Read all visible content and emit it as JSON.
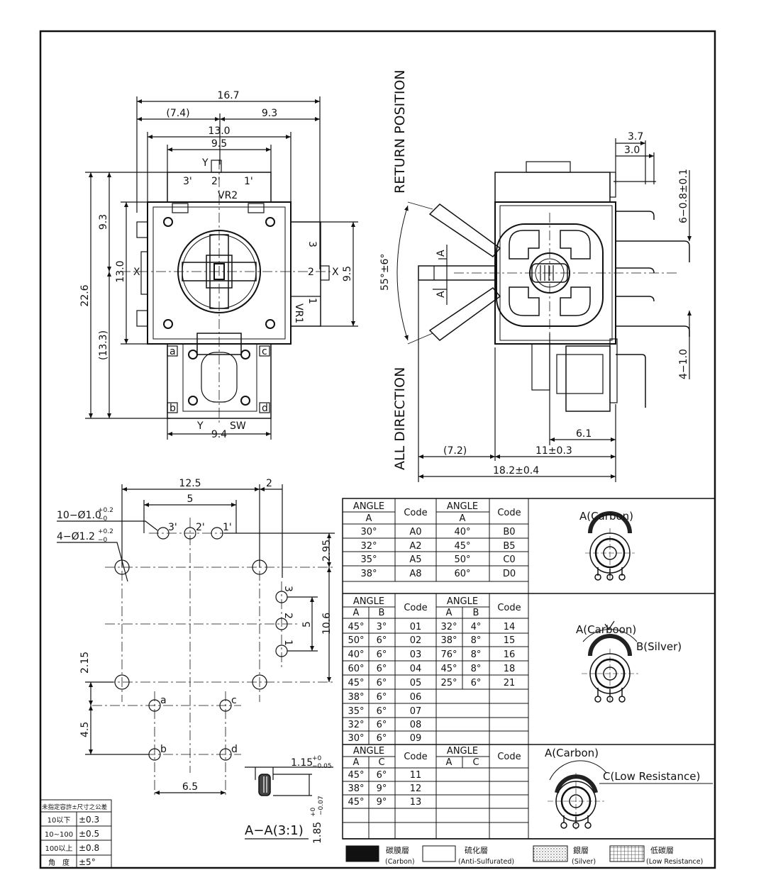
{
  "top_view": {
    "dims": {
      "width_total": "16.7",
      "left_part": "(7.4)",
      "right_part": "9.3",
      "body_width": "13.0",
      "top_width": "9.5",
      "height_total": "22.6",
      "upper_height": "9.3",
      "body_height": "13.0",
      "lower_height": "(13.3)",
      "vr1_height": "9.5",
      "bottom_width": "9.4"
    },
    "labels": {
      "y_top": "Y",
      "pin3p": "3'",
      "pin2p": "2'",
      "pin1p": "1'",
      "vr2": "VR2",
      "x_left": "X",
      "x_right": "X",
      "pin3": "3",
      "pin2": "2",
      "pin1": "1",
      "vr1": "VR1",
      "a": "a",
      "b": "b",
      "c": "c",
      "d": "d",
      "y_bottom": "Y",
      "sw": "SW"
    }
  },
  "side_view": {
    "return_position": "RETURN POSITION",
    "all_direction": "ALL DIRECTION",
    "angle": "55°±6°",
    "a_top": "A",
    "a_bottom": "A",
    "dims": {
      "d37": "3.7",
      "d30": "3.0",
      "d608": "6−0.8±0.1",
      "d410": "4−1.0",
      "d61": "6.1",
      "d72": "(7.2)",
      "d11": "11±0.3",
      "d182": "18.2±0.4"
    }
  },
  "pcb": {
    "hole_small": "10−Ø1.0",
    "hole_small_tol_up": "+0.2",
    "hole_small_tol_dn": "−0",
    "hole_large": "4−Ø1.2",
    "hole_large_tol_up": "+0.2",
    "hole_large_tol_dn": "−0",
    "d125": "12.5",
    "d2": "2",
    "d5": "5",
    "d295": "2.95",
    "d106": "10.6",
    "d5v": "5",
    "d215": "2.15",
    "d45": "4.5",
    "d65": "6.5",
    "p3p": "3'",
    "p2p": "2'",
    "p1p": "1'",
    "p3": "3",
    "p2": "2",
    "p1": "1",
    "pa": "a",
    "pb": "b",
    "pc": "c",
    "pd": "d"
  },
  "section": {
    "d115": "1.15",
    "d115_up": "+0",
    "d115_dn": "−0.05",
    "d185": "1.85",
    "d185_up": "+0",
    "d185_dn": "−0.07",
    "title": "A−A(3:1)"
  },
  "tolerance_table": {
    "header": "未指定容許±尺寸之公差",
    "rows": [
      {
        "range": "10以下",
        "tol": "±0.3"
      },
      {
        "range": "10∼100",
        "tol": "±0.5"
      },
      {
        "range": "100以上",
        "tol": "±0.8"
      },
      {
        "range": "角　度",
        "tol": "±5°"
      }
    ]
  },
  "table1": {
    "angle": "ANGLE",
    "code": "Code",
    "a": "A",
    "rows": [
      {
        "a1": "30°",
        "c1": "A0",
        "a2": "40°",
        "c2": "B0"
      },
      {
        "a1": "32°",
        "c1": "A2",
        "a2": "45°",
        "c2": "B5"
      },
      {
        "a1": "35°",
        "c1": "A5",
        "a2": "50°",
        "c2": "C0"
      },
      {
        "a1": "38°",
        "c1": "A8",
        "a2": "60°",
        "c2": "D0"
      }
    ]
  },
  "table2": {
    "angle": "ANGLE",
    "code": "Code",
    "a": "A",
    "b": "B",
    "rows": [
      {
        "a1": "45°",
        "b1": "3°",
        "c1": "01",
        "a2": "32°",
        "b2": "4°",
        "c2": "14"
      },
      {
        "a1": "50°",
        "b1": "6°",
        "c1": "02",
        "a2": "38°",
        "b2": "8°",
        "c2": "15"
      },
      {
        "a1": "40°",
        "b1": "6°",
        "c1": "03",
        "a2": "76°",
        "b2": "8°",
        "c2": "16"
      },
      {
        "a1": "60°",
        "b1": "6°",
        "c1": "04",
        "a2": "45°",
        "b2": "8°",
        "c2": "18"
      },
      {
        "a1": "45°",
        "b1": "6°",
        "c1": "05",
        "a2": "25°",
        "b2": "6°",
        "c2": "21"
      },
      {
        "a1": "38°",
        "b1": "6°",
        "c1": "06",
        "a2": "",
        "b2": "",
        "c2": ""
      },
      {
        "a1": "35°",
        "b1": "6°",
        "c1": "07",
        "a2": "",
        "b2": "",
        "c2": ""
      },
      {
        "a1": "32°",
        "b1": "6°",
        "c1": "08",
        "a2": "",
        "b2": "",
        "c2": ""
      },
      {
        "a1": "30°",
        "b1": "6°",
        "c1": "09",
        "a2": "",
        "b2": "",
        "c2": ""
      }
    ]
  },
  "table3": {
    "angle": "ANGLE",
    "code": "Code",
    "a": "A",
    "c": "C",
    "rows": [
      {
        "a1": "45°",
        "b1": "6°",
        "c1": "11"
      },
      {
        "a1": "38°",
        "b1": "9°",
        "c1": "12"
      },
      {
        "a1": "45°",
        "b1": "9°",
        "c1": "13"
      }
    ]
  },
  "symbols": {
    "carbon1": "A(Carbon)",
    "carbon2": "A(Carboon)",
    "silver": "B(Silver)",
    "carbon3": "A(Carbon)",
    "lowres": "C(Low Resistance)"
  },
  "legend": [
    {
      "zh": "碳膜層",
      "en": "(Carbon)"
    },
    {
      "zh": "硫化層",
      "en": "(Anti-Sulfurated)"
    },
    {
      "zh": "銀層",
      "en": "(Silver)"
    },
    {
      "zh": "低碳層",
      "en": "(Low Resistance)"
    }
  ]
}
